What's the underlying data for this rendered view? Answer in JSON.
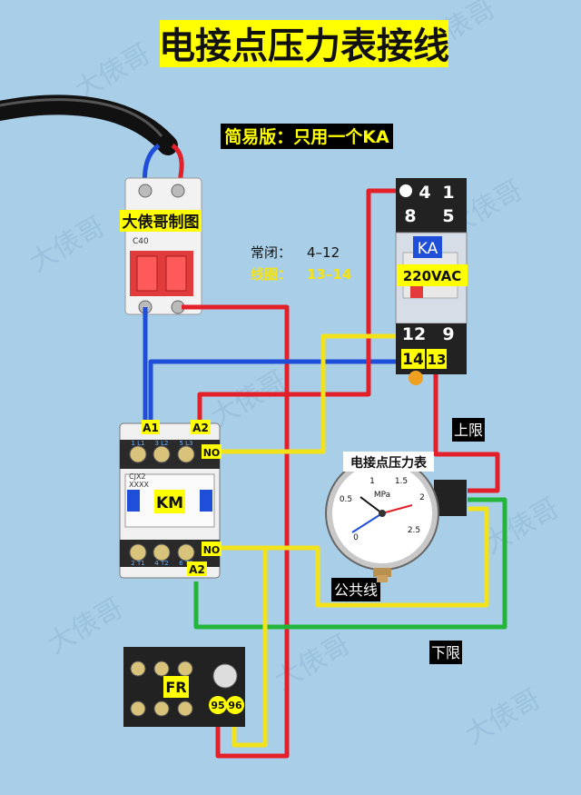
{
  "title": "电接点压力表接线",
  "subtitle": "简易版：只用一个KA",
  "watermark": "大俵哥",
  "breaker": {
    "caption": "大俵哥制图",
    "model": "C40"
  },
  "relay": {
    "name": "KA",
    "voltage": "220VAC",
    "pins": [
      "4",
      "1",
      "8",
      "5",
      "12",
      "9",
      "14",
      "13"
    ]
  },
  "notes": {
    "nc_label": "常闭：",
    "nc_value": "4–12",
    "coil_label": "线圈：",
    "coil_value": "13–14"
  },
  "contactor": {
    "name": "KM",
    "model": "CJX2",
    "model2": "XXXX",
    "a1": "A1",
    "a2_top": "A2",
    "a2_bottom": "A2",
    "no_top": "NO",
    "no_bottom": "NO",
    "top_terms": [
      "1 L1",
      "3 L2",
      "5 L3"
    ],
    "bottom_terms": [
      "2 T1",
      "4 T2",
      "6 T3"
    ]
  },
  "gauge": {
    "title": "电接点压力表",
    "unit": "MPa",
    "scale": [
      "0",
      "0.5",
      "1",
      "1.5",
      "2",
      "2.5"
    ]
  },
  "thermal": {
    "name": "FR",
    "t95": "95",
    "t96": "96"
  },
  "wire_labels": {
    "upper": "上限",
    "common": "公共线",
    "lower": "下限"
  },
  "colors": {
    "red": "#e3202a",
    "blue": "#1f4ed8",
    "yellow": "#f2e21a",
    "green": "#22b53a",
    "black": "#111111",
    "highlight": "#ffff00"
  }
}
